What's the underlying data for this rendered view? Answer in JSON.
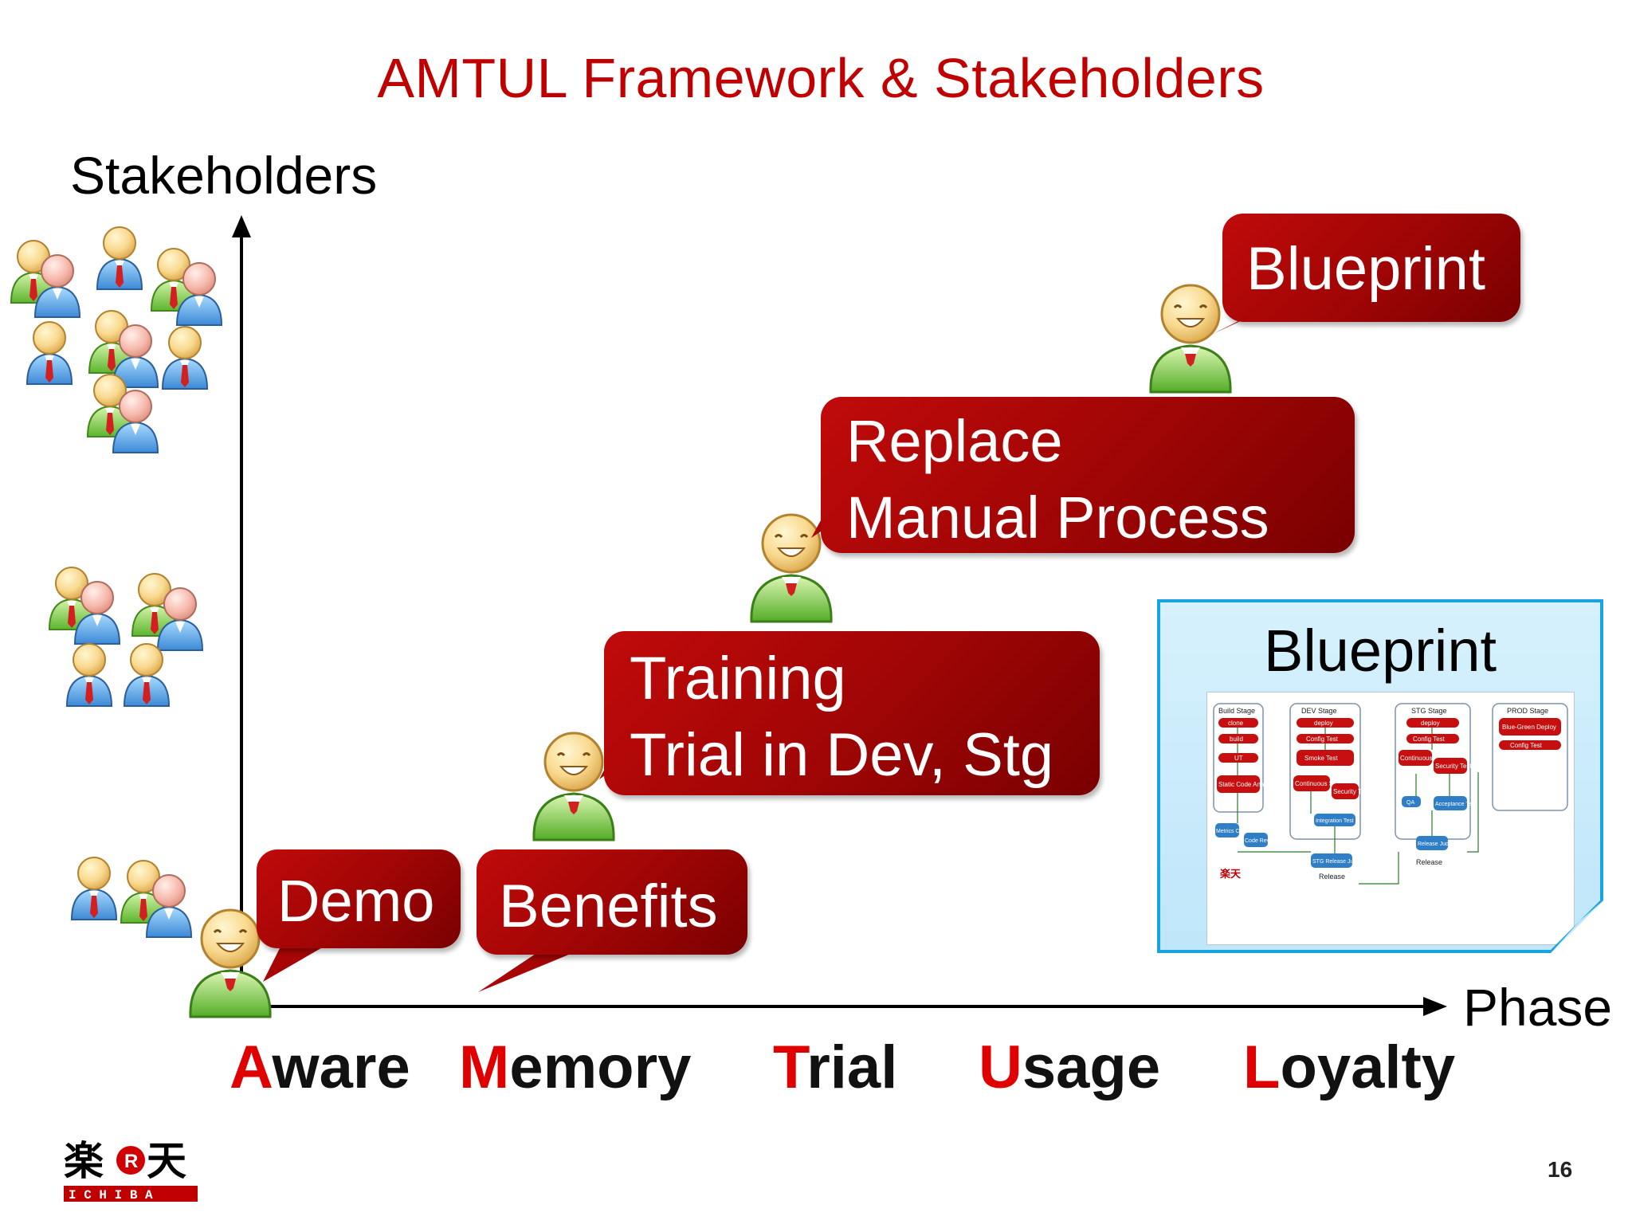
{
  "title": "AMTUL Framework & Stakeholders",
  "axes": {
    "y_label": "Stakeholders",
    "x_label": "Phase"
  },
  "phases": [
    {
      "first": "A",
      "rest": "ware"
    },
    {
      "first": "M",
      "rest": "emory"
    },
    {
      "first": "T",
      "rest": "rial"
    },
    {
      "first": "U",
      "rest": "sage"
    },
    {
      "first": "L",
      "rest": "oyalty"
    }
  ],
  "bubbles": {
    "demo": "Demo",
    "benefits": "Benefits",
    "training": [
      "Training",
      "Trial in Dev, Stg"
    ],
    "replace": [
      "Replace",
      "Manual Process"
    ],
    "blueprint": "Blueprint"
  },
  "blueprint_card": {
    "title": "Blueprint"
  },
  "pipeline": {
    "stages": [
      "Build Stage",
      "DEV Stage",
      "STG Stage",
      "PROD Stage"
    ],
    "steps": {
      "build": [
        "clone",
        "build",
        "UT",
        "Static Code Analysis"
      ],
      "dev": [
        "deploy",
        "Config Test",
        "Smoke Test",
        "Continuous ST",
        "Security Test",
        "Integration Test"
      ],
      "stg": [
        "deploy",
        "Config Test",
        "Continuous ST",
        "Security Test",
        "QA",
        "Acceptance Test",
        "Release Judge"
      ],
      "prod": [
        "Blue-Green Deploy",
        "Config Test"
      ]
    },
    "extra_labels": [
      "Metrics Check",
      "Code Review",
      "STG Release Judge",
      "Release",
      "Release"
    ],
    "logo_text": "楽天"
  },
  "page_number": "16",
  "logo": {
    "chars": "楽天",
    "badge": "R",
    "subtitle": "I C H I B A"
  },
  "colors": {
    "title": "#c00000",
    "accent_letter": "#e00000",
    "bubble": "#a80606",
    "card_border": "#19a3df",
    "card_fill": "#cdeefc"
  }
}
